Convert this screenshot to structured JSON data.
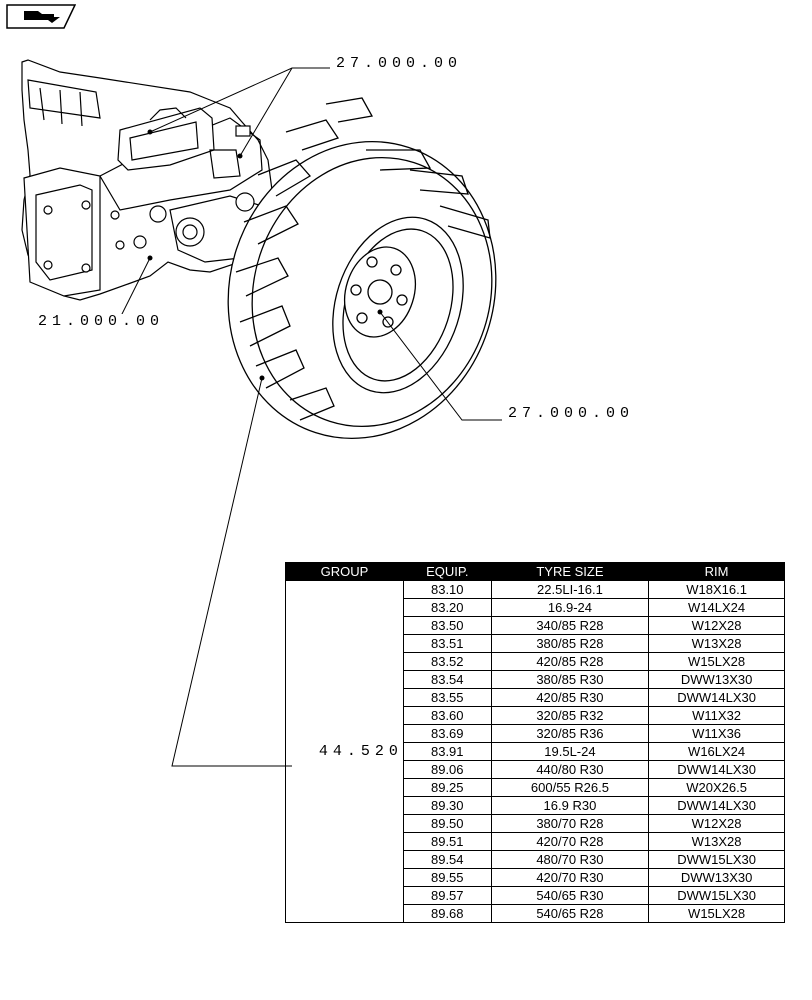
{
  "callouts": {
    "top_right": "27.000.00",
    "left": "21.000.00",
    "wheel": "27.000.00",
    "group": "44.520"
  },
  "table": {
    "headers": [
      "GROUP",
      "EQUIP.",
      "TYRE SIZE",
      "RIM"
    ],
    "rows": [
      [
        "83.10",
        "22.5LI-16.1",
        "W18X16.1"
      ],
      [
        "83.20",
        "16.9-24",
        "W14LX24"
      ],
      [
        "83.50",
        "340/85 R28",
        "W12X28"
      ],
      [
        "83.51",
        "380/85 R28",
        "W13X28"
      ],
      [
        "83.52",
        "420/85 R28",
        "W15LX28"
      ],
      [
        "83.54",
        "380/85 R30",
        "DWW13X30"
      ],
      [
        "83.55",
        "420/85 R30",
        "DWW14LX30"
      ],
      [
        "83.60",
        "320/85 R32",
        "W11X32"
      ],
      [
        "83.69",
        "320/85 R36",
        "W11X36"
      ],
      [
        "83.91",
        "19.5L-24",
        "W16LX24"
      ],
      [
        "89.06",
        "440/80 R30",
        "DWW14LX30"
      ],
      [
        "89.25",
        "600/55 R26.5",
        "W20X26.5"
      ],
      [
        "89.30",
        "16.9 R30",
        "DWW14LX30"
      ],
      [
        "89.50",
        "380/70 R28",
        "W12X28"
      ],
      [
        "89.51",
        "420/70 R28",
        "W13X28"
      ],
      [
        "89.54",
        "480/70 R30",
        "DWW15LX30"
      ],
      [
        "89.55",
        "420/70 R30",
        "DWW13X30"
      ],
      [
        "89.57",
        "540/65 R30",
        "DWW15LX30"
      ],
      [
        "89.68",
        "540/65 R28",
        "W15LX28"
      ]
    ]
  }
}
